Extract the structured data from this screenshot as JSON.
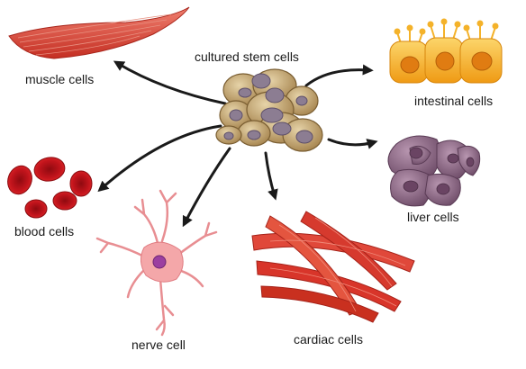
{
  "center_label": "cultured stem cells",
  "cell_types": [
    {
      "id": "muscle",
      "label": "muscle cells"
    },
    {
      "id": "intestinal",
      "label": "intestinal cells"
    },
    {
      "id": "liver",
      "label": "liver cells"
    },
    {
      "id": "blood",
      "label": "blood cells"
    },
    {
      "id": "nerve",
      "label": "nerve cell"
    },
    {
      "id": "cardiac",
      "label": "cardiac cells"
    }
  ],
  "colors": {
    "arrow": "#1a1a1a",
    "stem_cell": "#b89a68",
    "stem_nucleus": "#8c7d92",
    "muscle": "#d63a2e",
    "intestinal": "#f2a81d",
    "liver": "#8f6b88",
    "blood": "#c2141c",
    "nerve": "#f4a7a9",
    "nerve_nucleus": "#9c3fa0",
    "cardiac": "#d8352a"
  }
}
